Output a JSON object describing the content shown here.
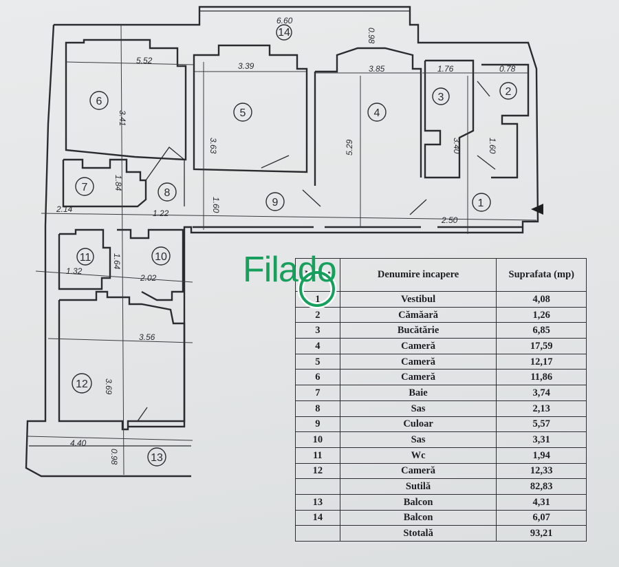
{
  "logo": {
    "brand": "Filado"
  },
  "plan": {
    "rooms": [
      "1",
      "2",
      "3",
      "4",
      "5",
      "6",
      "7",
      "8",
      "9",
      "10",
      "11",
      "12",
      "13",
      "14"
    ],
    "dimensions": [
      "5.52",
      "3.39",
      "3.85",
      "1.76",
      "0.78",
      "3.41",
      "3.63",
      "5.29",
      "3.40",
      "1.60",
      "1.84",
      "2.14",
      "1.22",
      "1.60",
      "2.50",
      "1.64",
      "1.32",
      "2.02",
      "3.56",
      "3.69",
      "4.40",
      "0.98",
      "6.60",
      "0.98"
    ]
  },
  "table": {
    "headers": {
      "nr": "Nr crt",
      "name": "Denumire incapere",
      "area": "Suprafata (mp)"
    },
    "rows": [
      {
        "nr": "1",
        "name": "Vestibul",
        "area": "4,08"
      },
      {
        "nr": "2",
        "name": "Cămăară",
        "area": "1,26"
      },
      {
        "nr": "3",
        "name": "Bucătărie",
        "area": "6,85"
      },
      {
        "nr": "4",
        "name": "Cameră",
        "area": "17,59"
      },
      {
        "nr": "5",
        "name": "Cameră",
        "area": "12,17"
      },
      {
        "nr": "6",
        "name": "Cameră",
        "area": "11,86"
      },
      {
        "nr": "7",
        "name": "Baie",
        "area": "3,74"
      },
      {
        "nr": "8",
        "name": "Sas",
        "area": "2,13"
      },
      {
        "nr": "9",
        "name": "Culoar",
        "area": "5,57"
      },
      {
        "nr": "10",
        "name": "Sas",
        "area": "3,31"
      },
      {
        "nr": "11",
        "name": "Wc",
        "area": "1,94"
      },
      {
        "nr": "12",
        "name": "Cameră",
        "area": "12,33"
      },
      {
        "nr": "",
        "name": "Sutilă",
        "area": "82,83"
      },
      {
        "nr": "13",
        "name": "Balcon",
        "area": "4,31"
      },
      {
        "nr": "14",
        "name": "Balcon",
        "area": "6,07"
      },
      {
        "nr": "",
        "name": "Stotală",
        "area": "93,21"
      }
    ]
  }
}
